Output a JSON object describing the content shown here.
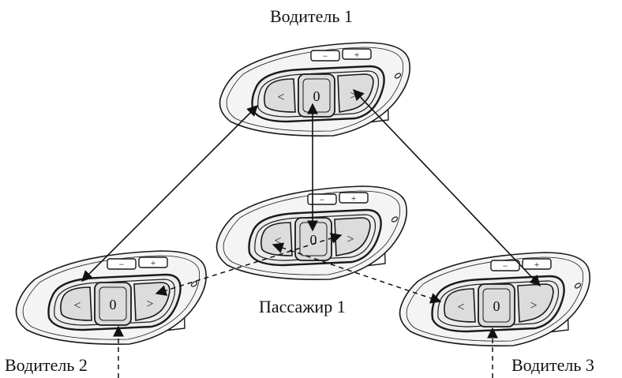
{
  "colors": {
    "stroke": "#1a1a1a",
    "body_fill": "#f4f4f4",
    "button_fill": "#dcdcdc",
    "background": "#ffffff"
  },
  "labels": {
    "driver1": "Водитель 1",
    "driver2": "Водитель 2",
    "driver3": "Водитель 3",
    "passenger1": "Пассажир 1"
  },
  "device": {
    "volume_minus": "−",
    "volume_plus": "+",
    "left_button_symbol": "<",
    "center_button_symbol": "0",
    "right_button_symbol": ">"
  }
}
